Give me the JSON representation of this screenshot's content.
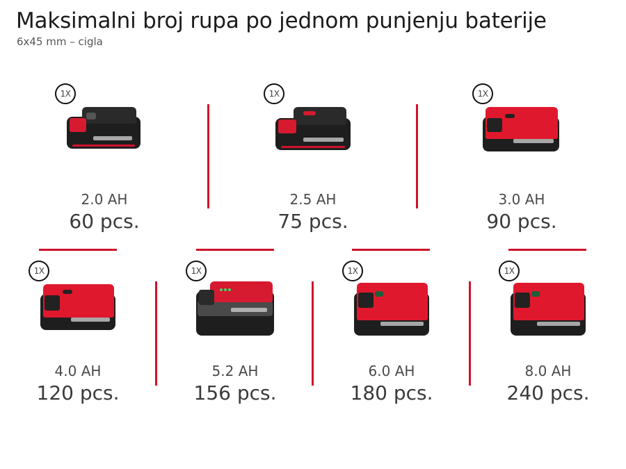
{
  "header": {
    "title": "Maksimalni broj rupa po jednom punjenju baterije",
    "subtitle": "6x45 mm – cigla"
  },
  "colors": {
    "accent_red": "#d0112b",
    "battery_black": "#1e1e1e",
    "battery_red": "#e0182d",
    "text_dark": "#1b1b1b",
    "text_gray": "#4a4a4a"
  },
  "batteries": [
    {
      "badge": "1X",
      "capacity": "2.0 AH",
      "holes": "60 pcs.",
      "style": "black-2ah",
      "icon": "battery-pack-icon"
    },
    {
      "badge": "1X",
      "capacity": "2.5 AH",
      "holes": "75 pcs.",
      "style": "black-2-5ah",
      "icon": "battery-pack-icon"
    },
    {
      "badge": "1X",
      "capacity": "3.0 AH",
      "holes": "90 pcs.",
      "style": "red-plus",
      "icon": "battery-pack-icon"
    },
    {
      "badge": "1X",
      "capacity": "4.0 AH",
      "holes": "120 pcs.",
      "style": "red-plus",
      "icon": "battery-pack-icon"
    },
    {
      "badge": "1X",
      "capacity": "5.2 AH",
      "holes": "156 pcs.",
      "style": "black-red-large",
      "icon": "battery-pack-icon"
    },
    {
      "badge": "1X",
      "capacity": "6.0 AH",
      "holes": "180 pcs.",
      "style": "red-large",
      "icon": "battery-pack-icon"
    },
    {
      "badge": "1X",
      "capacity": "8.0 AH",
      "holes": "240 pcs.",
      "style": "red-large",
      "icon": "battery-pack-icon"
    }
  ]
}
